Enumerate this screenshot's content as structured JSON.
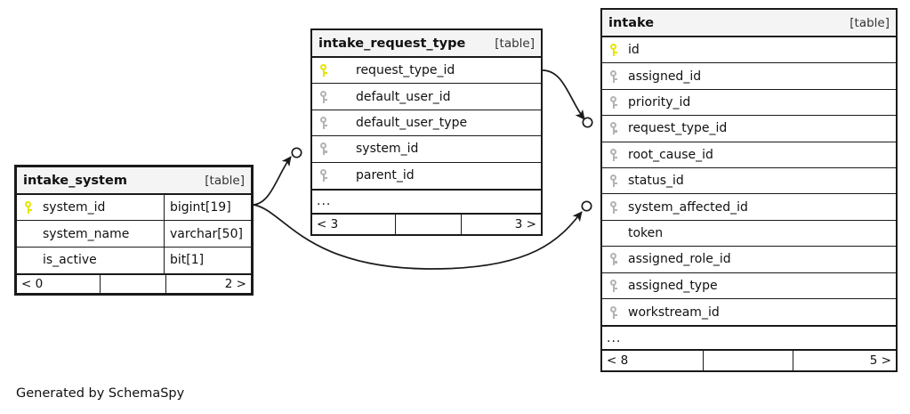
{
  "diagram": {
    "generator_caption": "Generated by SchemaSpy",
    "table_kind_label": "[table]",
    "ellipsis": "...",
    "colors": {
      "primary_key": "#e5e500",
      "foreign_key": "#b3b3b3",
      "border": "#1a1a1a",
      "header_bg": "#f4f4f4",
      "background": "#ffffff"
    }
  },
  "tables": [
    {
      "id": "intake_system",
      "name": "intake_system",
      "kind": "[table]",
      "focal": true,
      "has_type_column": true,
      "has_ellipsis_row": false,
      "columns": [
        {
          "name": "system_id",
          "key": "pk",
          "type": "bigint[19]"
        },
        {
          "name": "system_name",
          "key": "none",
          "type": "varchar[50]"
        },
        {
          "name": "is_active",
          "key": "none",
          "type": "bit[1]"
        }
      ],
      "footer": {
        "left": "< 0",
        "middle": "",
        "right": "2 >"
      }
    },
    {
      "id": "intake_request_type",
      "name": "intake_request_type",
      "kind": "[table]",
      "focal": false,
      "has_type_column": false,
      "has_ellipsis_row": true,
      "columns": [
        {
          "name": "request_type_id",
          "key": "pk",
          "type": ""
        },
        {
          "name": "default_user_id",
          "key": "fk",
          "type": ""
        },
        {
          "name": "default_user_type",
          "key": "fk",
          "type": ""
        },
        {
          "name": "system_id",
          "key": "fk",
          "type": ""
        },
        {
          "name": "parent_id",
          "key": "fk",
          "type": ""
        }
      ],
      "footer": {
        "left": "< 3",
        "middle": "",
        "right": "3 >"
      }
    },
    {
      "id": "intake",
      "name": "intake",
      "kind": "[table]",
      "focal": false,
      "has_type_column": false,
      "has_ellipsis_row": true,
      "columns": [
        {
          "name": "id",
          "key": "pk",
          "type": ""
        },
        {
          "name": "assigned_id",
          "key": "fk",
          "type": ""
        },
        {
          "name": "priority_id",
          "key": "fk",
          "type": ""
        },
        {
          "name": "request_type_id",
          "key": "fk",
          "type": ""
        },
        {
          "name": "root_cause_id",
          "key": "fk",
          "type": ""
        },
        {
          "name": "status_id",
          "key": "fk",
          "type": ""
        },
        {
          "name": "system_affected_id",
          "key": "fk",
          "type": ""
        },
        {
          "name": "token",
          "key": "none",
          "type": ""
        },
        {
          "name": "assigned_role_id",
          "key": "fk",
          "type": ""
        },
        {
          "name": "assigned_type",
          "key": "fk",
          "type": ""
        },
        {
          "name": "workstream_id",
          "key": "fk",
          "type": ""
        }
      ],
      "footer": {
        "left": "< 8",
        "middle": "",
        "right": "5 >"
      }
    }
  ],
  "relationships": [
    {
      "from_table": "intake_request_type",
      "from_column": "request_type_id",
      "to_table": "intake",
      "to_column": "request_type_id"
    },
    {
      "from_table": "intake_system",
      "from_column": "system_id",
      "to_table": "intake_request_type",
      "to_column": "system_id"
    },
    {
      "from_table": "intake_system",
      "from_column": "system_id",
      "to_table": "intake",
      "to_column": "system_affected_id"
    }
  ]
}
